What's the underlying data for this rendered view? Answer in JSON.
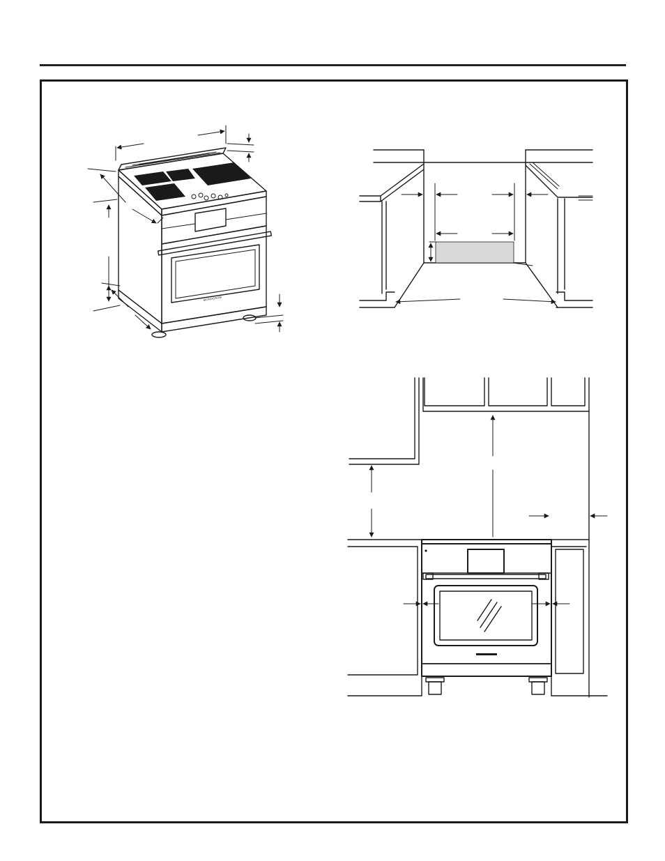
{
  "page": {
    "background": "#ffffff",
    "line_color": "#1a1a1a",
    "floor_shading": "#d9d9d9"
  },
  "figures": {
    "range_dimensions": {
      "icon": "range-isometric-drawing"
    },
    "cutout_plan": {
      "icon": "cabinet-cutout-drawing"
    },
    "installation_front": {
      "icon": "front-installation-drawing"
    }
  }
}
